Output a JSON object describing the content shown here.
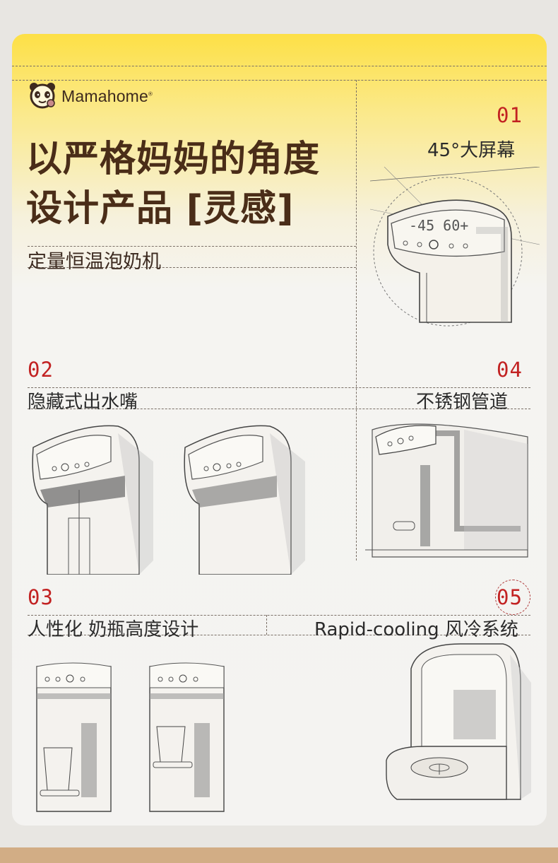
{
  "brand": {
    "name": "Mamahome",
    "mark": "®"
  },
  "headline": {
    "line1": "以严格妈妈的角度",
    "line2": "设计产品 [灵感]"
  },
  "subtitle": "定量恒温泡奶机",
  "features": [
    {
      "number": "01",
      "label": "45°大屏幕",
      "display_reading": "-45 60+"
    },
    {
      "number": "02",
      "label": "隐藏式出水嘴"
    },
    {
      "number": "03",
      "label": "人性化 奶瓶高度设计"
    },
    {
      "number": "04",
      "label": "不锈钢管道"
    },
    {
      "number": "05",
      "label": "Rapid-cooling 风冷系统"
    }
  ],
  "colors": {
    "accent_yellow": "#fde046",
    "title_brown": "#4a2d18",
    "number_red": "#c22222",
    "sketch_line": "#555555"
  }
}
